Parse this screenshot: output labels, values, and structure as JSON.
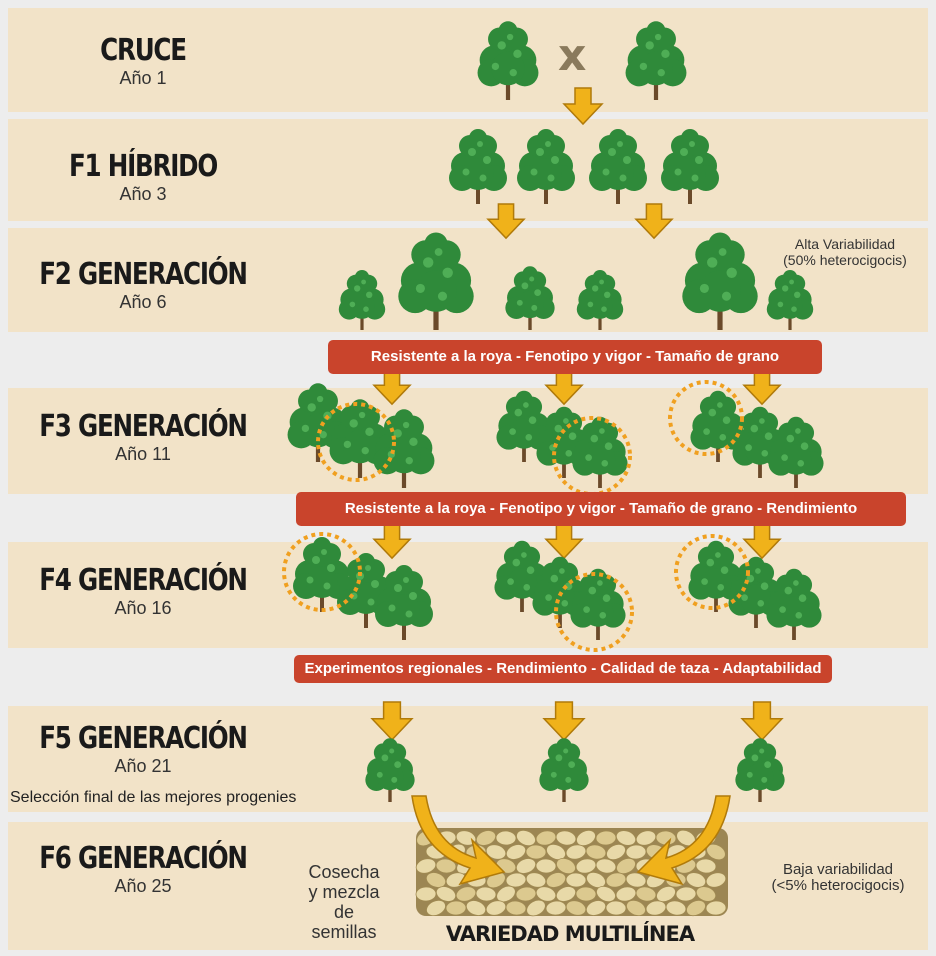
{
  "generations": [
    {
      "title": "CRUCE",
      "year": "Año 1"
    },
    {
      "title": "F1 HÍBRIDO",
      "year": "Año 3"
    },
    {
      "title": "F2 GENERACIÓN",
      "year": "Año 6"
    },
    {
      "title": "F3 GENERACIÓN",
      "year": "Año 11"
    },
    {
      "title": "F4 GENERACIÓN",
      "year": "Año 16"
    },
    {
      "title": "F5 GENERACIÓN",
      "year": "Año 21"
    },
    {
      "title": "F6 GENERACIÓN",
      "year": "Año 25"
    }
  ],
  "cross_symbol": "x",
  "filters": [
    "Resistente a la roya - Fenotipo y vigor - Tamaño de grano",
    "Resistente a la roya - Fenotipo y vigor - Tamaño de grano - Rendimiento",
    "Experimentos regionales - Rendimiento - Calidad de taza - Adaptabilidad"
  ],
  "notes": {
    "high_var_line1": "Alta Variabilidad",
    "high_var_line2": "(50% heterocigocis)",
    "final_selection": "Selección final de las mejores progenies",
    "harvest_1": "Cosecha",
    "harvest_2": "y mezcla",
    "harvest_3": "de",
    "harvest_4": "semillas",
    "low_var_line1": "Baja variabilidad",
    "low_var_line2": "(<5% heterocigocis)",
    "result": "VARIEDAD MULTILÍNEA"
  },
  "colors": {
    "band": "#f2e3c8",
    "filter": "#c9442c",
    "arrow": "#f0b21a",
    "tree": "#2f8a3a",
    "selection_circle": "#f0a020"
  }
}
